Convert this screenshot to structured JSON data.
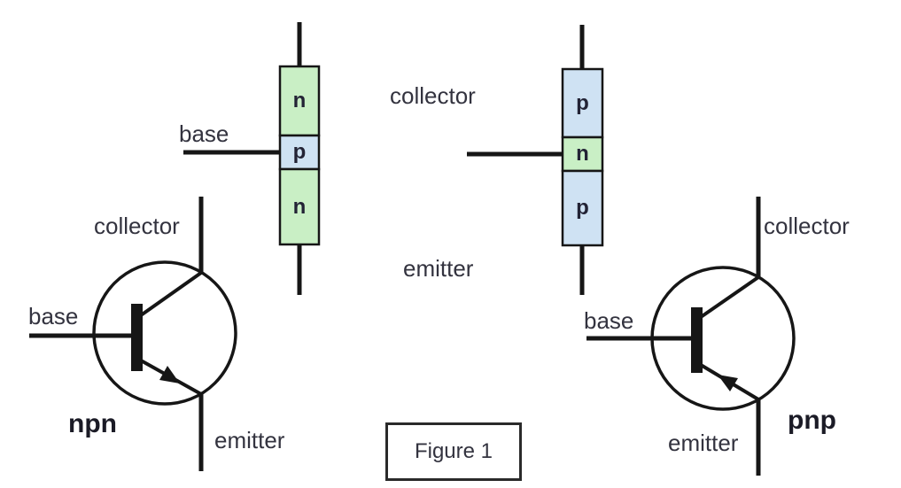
{
  "figure": {
    "caption": "Figure 1"
  },
  "colors": {
    "n_type_fill": "#c9efc5",
    "p_type_fill": "#cfe2f3",
    "stroke": "#161616",
    "label_text": "#33333f"
  },
  "structures": {
    "shared_labels": {
      "collector": "collector",
      "emitter": "emitter"
    },
    "npn": {
      "base_label": "base",
      "layers": [
        "n",
        "p",
        "n"
      ]
    },
    "pnp": {
      "layers": [
        "p",
        "n",
        "p"
      ]
    }
  },
  "symbols": {
    "npn": {
      "type_label": "npn",
      "collector_label": "collector",
      "base_label": "base",
      "emitter_label": "emitter"
    },
    "pnp": {
      "type_label": "pnp",
      "collector_label": "collector",
      "base_label": "base",
      "emitter_label": "emitter"
    }
  }
}
